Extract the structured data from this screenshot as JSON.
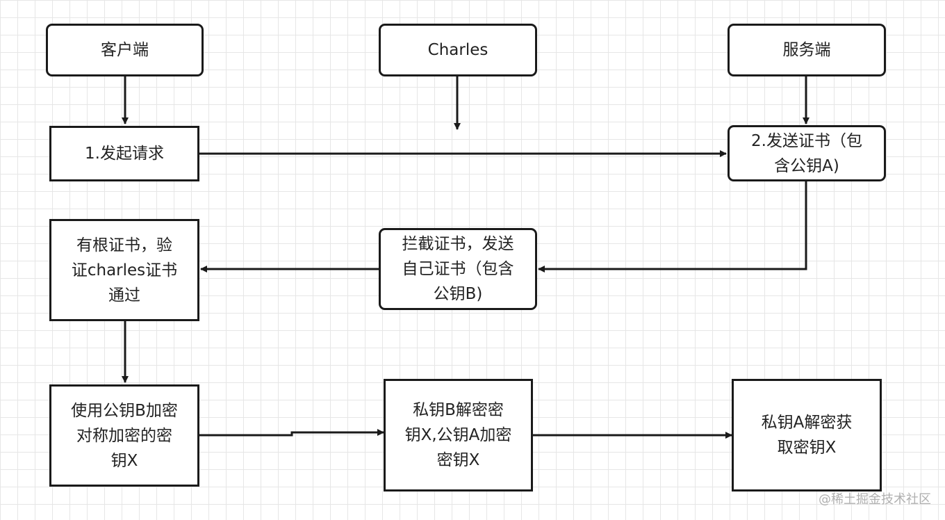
{
  "nodes": {
    "client": "客户端",
    "charles": "Charles",
    "server": "服务端",
    "initiate_request": "1.发起请求",
    "send_cert": "2.发送证书（包\n含公钥A)",
    "intercept_cert": "拦截证书，发送\n自己证书（包含\n公钥B)",
    "verify_cert": "有根证书，验\n证charles证书\n通过",
    "encrypt_key": "使用公钥B加密\n对称加密的密\n钥X",
    "decrypt_reencrypt": "私钥B解密密\n钥X,公钥A加密\n密钥X",
    "server_decrypt": "私钥A解密获\n取密钥X"
  },
  "watermark": "@稀土掘金技术社区",
  "colors": {
    "stroke": "#1a1a1a",
    "grid": "#e6e6e6",
    "background": "#ffffff"
  }
}
